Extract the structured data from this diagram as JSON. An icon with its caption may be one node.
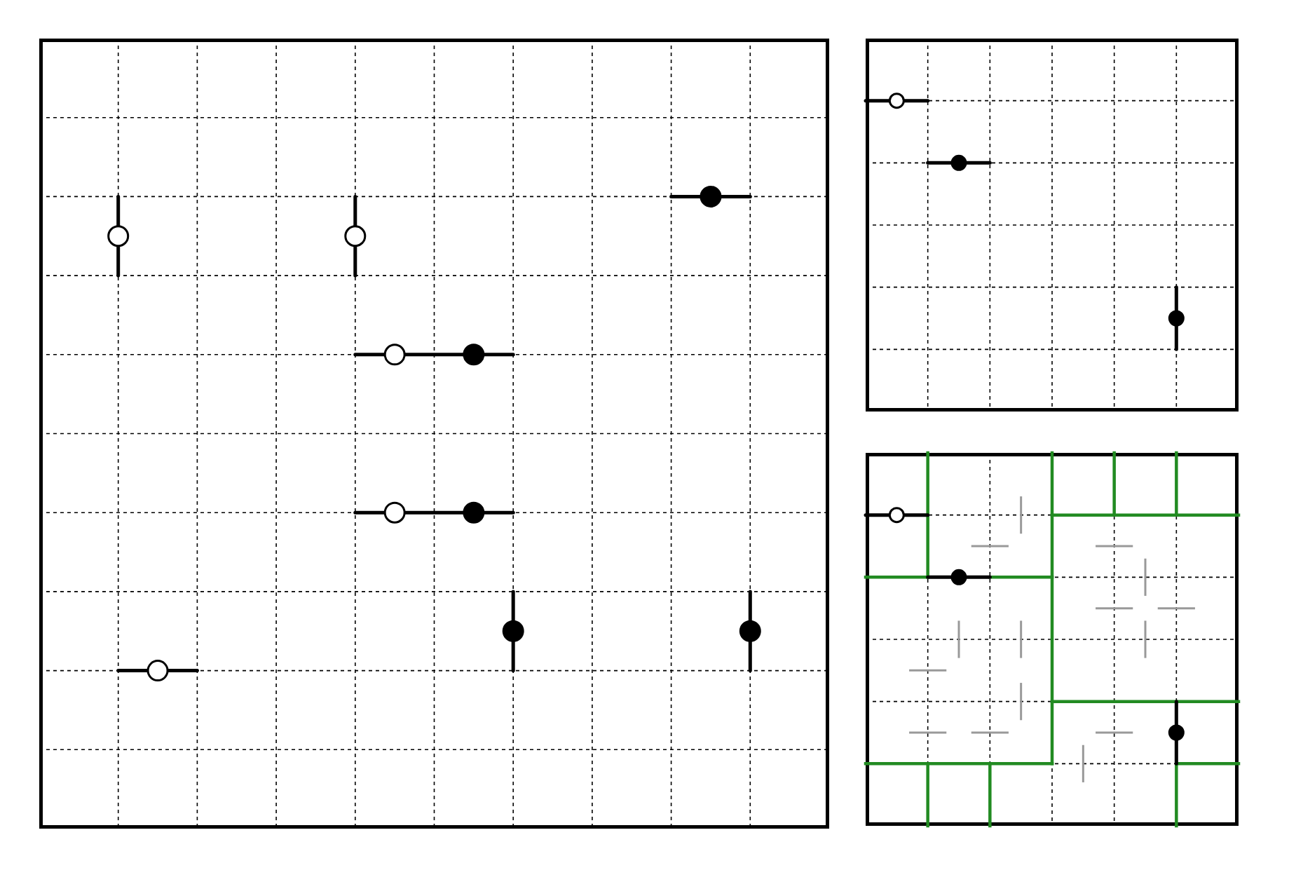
{
  "diagram": {
    "nodes": [
      {
        "text": [],
        "shape": "box"
      },
      {
        "text": [],
        "shape": "box"
      },
      {
        "text": [],
        "shape": "box"
      }
    ]
  }
}
